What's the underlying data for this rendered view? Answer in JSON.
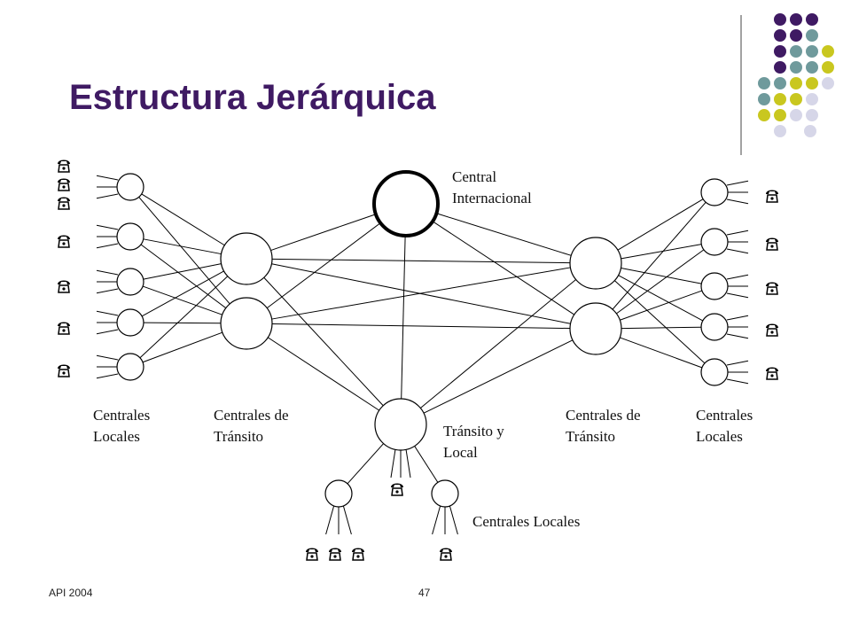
{
  "slide": {
    "title": "Estructura Jerárquica",
    "footer_left": "API 2004",
    "page_number": "47"
  },
  "colors": {
    "title": "#3f1a63",
    "dot_purple": "#3f1a63",
    "dot_teal": "#6f9a9c",
    "dot_yellow": "#c9c71f",
    "dot_lavender": "#d6d6e8"
  },
  "labels": {
    "central_internacional": [
      "Central",
      "Internacional"
    ],
    "centrales_locales_left": [
      "Centrales",
      "Locales"
    ],
    "centrales_transito_left": [
      "Centrales de",
      "Tránsito"
    ],
    "transito_local": [
      "Tránsito y",
      "Local"
    ],
    "centrales_transito_right": [
      "Centrales de",
      "Tránsito"
    ],
    "centrales_locales_right": [
      "Centrales",
      "Locales"
    ],
    "centrales_locales_bottom": "Centrales Locales"
  },
  "icons": {
    "telephone": "telephone-icon"
  }
}
